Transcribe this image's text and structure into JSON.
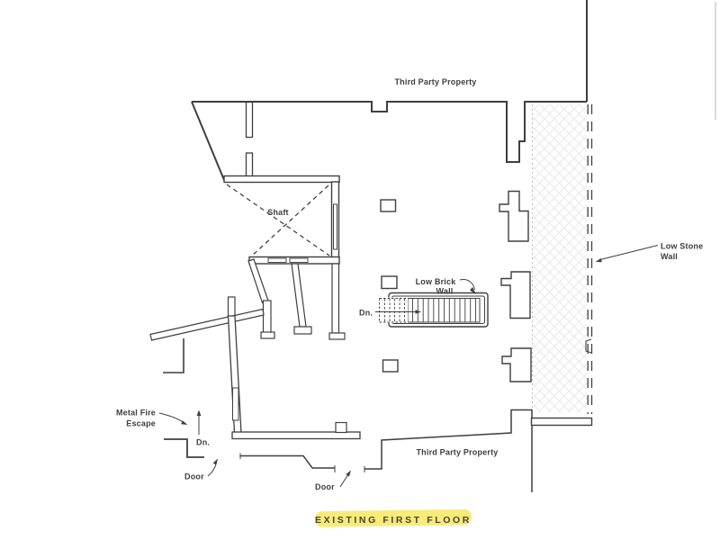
{
  "drawing": {
    "title": "EXISTING FIRST FLOOR",
    "labels": {
      "third_party_property_top": "Third Party Property",
      "third_party_property_bottom": "Third Party Property",
      "shaft": "Shaft",
      "low_brick_wall_line1": "Low Brick",
      "low_brick_wall_line2": "Wall",
      "low_stone_wall_line1": "Low Stone",
      "low_stone_wall_line2": "Wall",
      "metal_fire_escape_line1": "Metal Fire",
      "metal_fire_escape_line2": "Escape",
      "stair_down": "Dn.",
      "fire_escape_down": "Dn.",
      "door_left": "Door",
      "door_right": "Door"
    },
    "colors": {
      "ink": "#3f3f3f",
      "highlight": "#f8e96a",
      "hatch": "#dcdcdc",
      "paper": "#ffffff"
    }
  }
}
